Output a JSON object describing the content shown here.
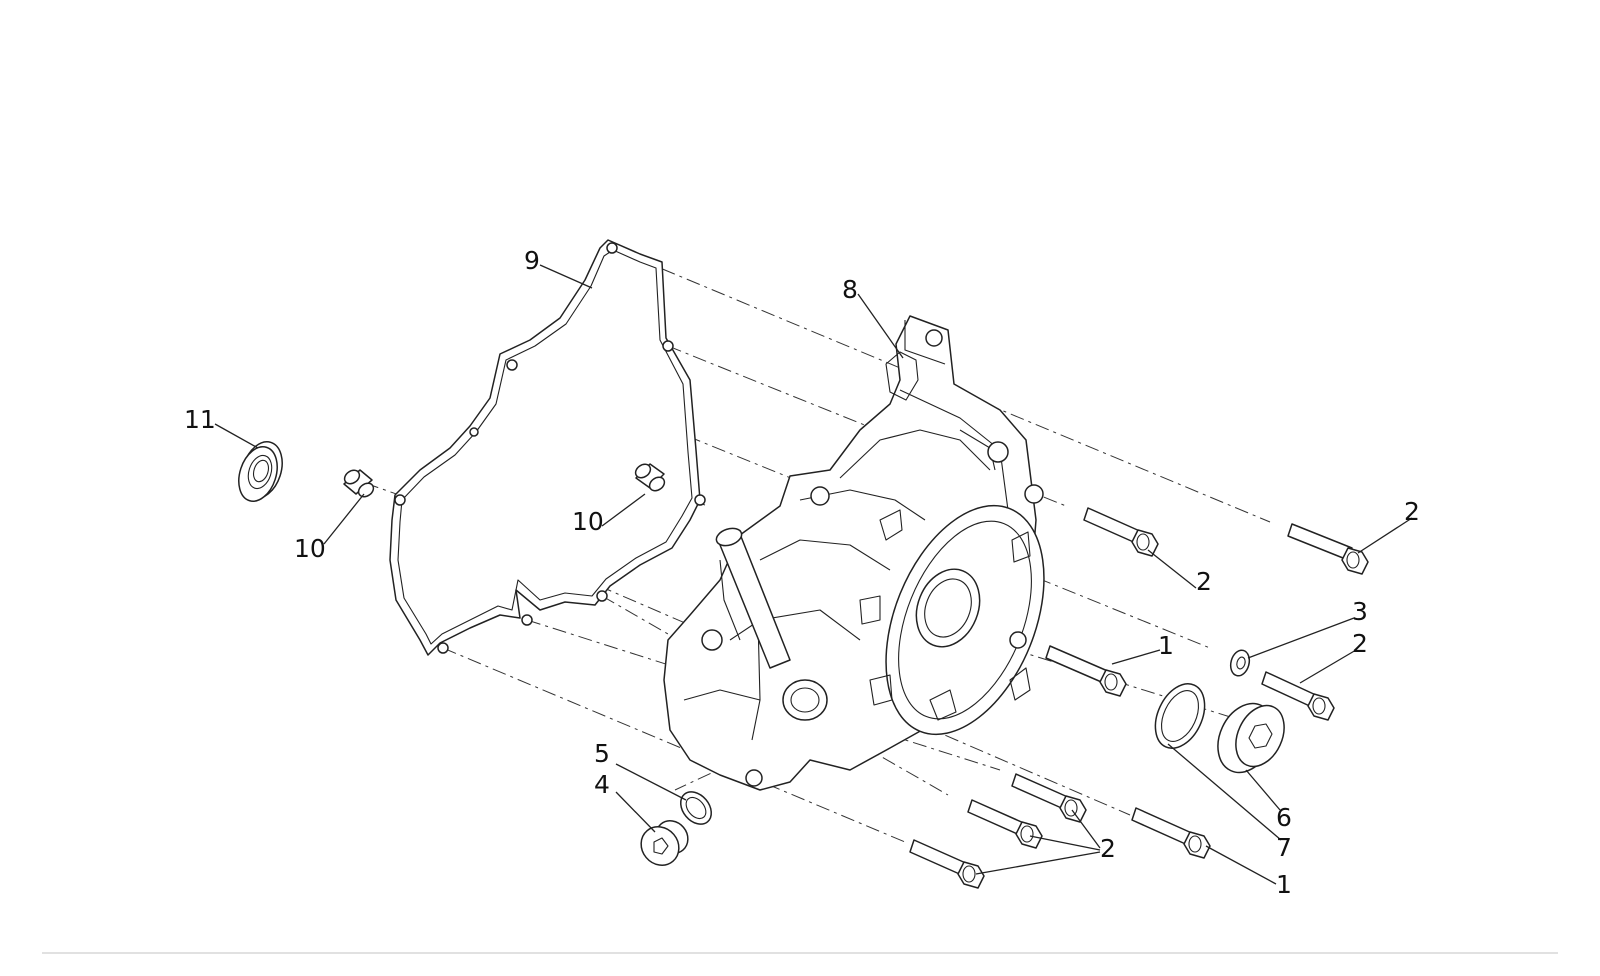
{
  "callouts": [
    {
      "id": "c9",
      "text": "9"
    },
    {
      "id": "c8",
      "text": "8"
    },
    {
      "id": "c11",
      "text": "11"
    },
    {
      "id": "c10a",
      "text": "10"
    },
    {
      "id": "c10b",
      "text": "10"
    },
    {
      "id": "c2a",
      "text": "2"
    },
    {
      "id": "c2b",
      "text": "2"
    },
    {
      "id": "c3",
      "text": "3"
    },
    {
      "id": "c2c",
      "text": "2"
    },
    {
      "id": "c1a",
      "text": "1"
    },
    {
      "id": "c5",
      "text": "5"
    },
    {
      "id": "c4",
      "text": "4"
    },
    {
      "id": "c6",
      "text": "6"
    },
    {
      "id": "c7",
      "text": "7"
    },
    {
      "id": "c2d",
      "text": "2"
    },
    {
      "id": "c1b",
      "text": "1"
    }
  ]
}
